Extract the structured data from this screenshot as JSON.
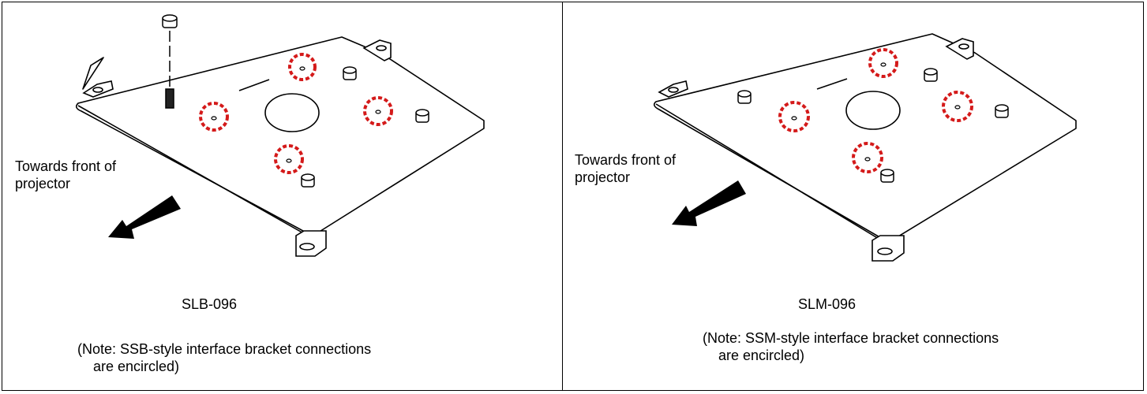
{
  "left": {
    "direction_label": [
      "Towards front of",
      "projector"
    ],
    "model": "SLB-096",
    "note": [
      "(Note: SSB-style interface bracket connections",
      "are encircled)"
    ]
  },
  "right": {
    "direction_label": [
      "Towards front of",
      "projector"
    ],
    "model": "SLM-096",
    "note": [
      "(Note: SSM-style interface bracket connections",
      "are encircled)"
    ]
  },
  "colors": {
    "encircle": "#d41a1a",
    "line": "#000000"
  }
}
